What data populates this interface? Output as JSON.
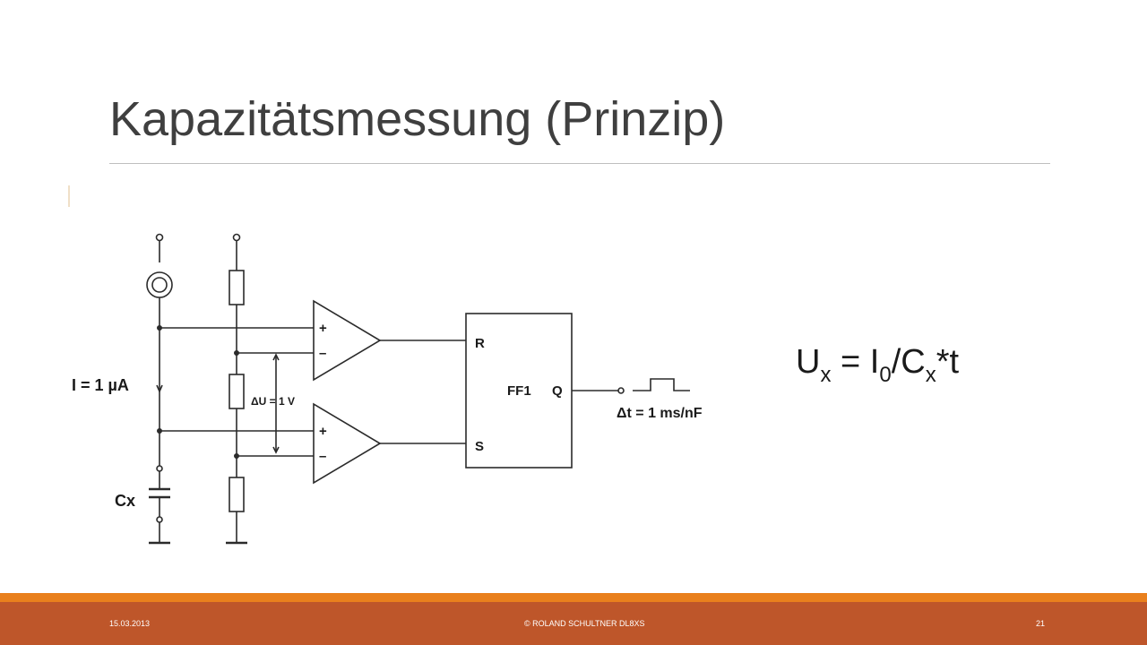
{
  "slide": {
    "title": "Kapazitätsmessung (Prinzip)"
  },
  "formula": {
    "u": "U",
    "x1": "x",
    "eq": " = I",
    "zero": "0",
    "slash": "/C",
    "x2": "x",
    "tail": "*t"
  },
  "diagram": {
    "current_label": "I = 1 µA",
    "cx_label": "Cx",
    "delta_u_label": "ΔU = 1 V",
    "plus_sign": "+",
    "minus_sign": "–",
    "r_label": "R",
    "s_label": "S",
    "ff_label": "FF1",
    "q_label": "Q",
    "delta_t_label": "Δt =  1 ms/nF"
  },
  "footer": {
    "date": "15.03.2013",
    "author": "© ROLAND SCHULTNER DL8XS",
    "page": "21"
  },
  "colors": {
    "footer_bar": "#be562a",
    "footer_accent": "#e9801d",
    "title": "#3f3f3f"
  }
}
